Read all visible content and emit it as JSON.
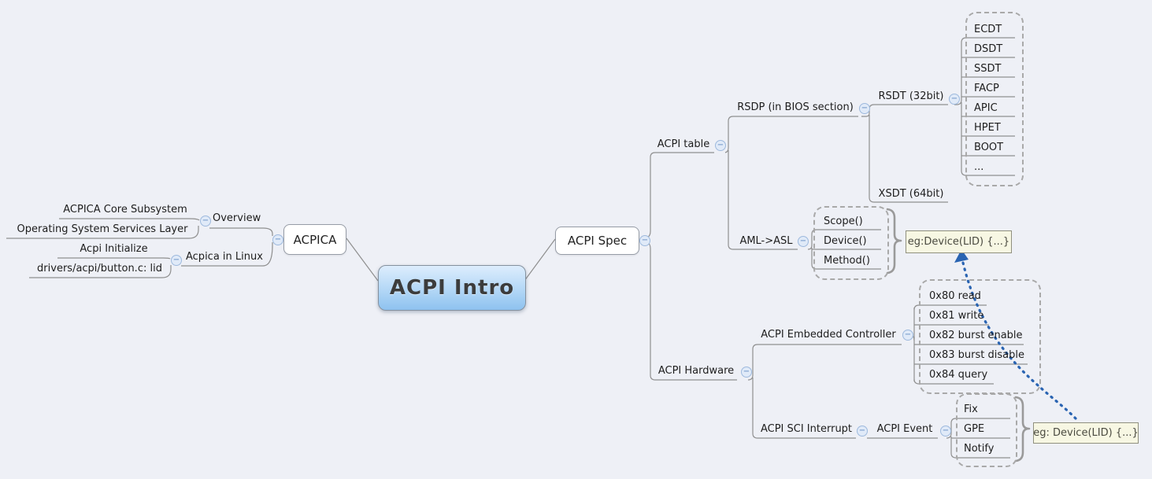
{
  "root": {
    "label": "ACPI Intro"
  },
  "left_branch": {
    "acpica": "ACPICA",
    "overview": {
      "label": "Overview",
      "children": [
        "ACPICA Core Subsystem",
        "Operating System Services Layer"
      ]
    },
    "acpica_in_linux": {
      "label": "Acpica in Linux",
      "children": [
        "Acpi Initialize",
        "drivers/acpi/button.c: lid"
      ]
    }
  },
  "right_branch": {
    "acpi_spec": "ACPI Spec",
    "acpi_table": {
      "label": "ACPI table",
      "rsdp": {
        "label": "RSDP (in BIOS section)",
        "rsdt": {
          "label": "RSDT (32bit)",
          "tables": [
            "ECDT",
            "DSDT",
            "SSDT",
            "FACP",
            "APIC",
            "HPET",
            "BOOT",
            "..."
          ]
        },
        "xsdt": {
          "label": "XSDT (64bit)"
        }
      },
      "aml_asl": {
        "label": "AML->ASL",
        "constructs": [
          "Scope()",
          "Device()",
          "Method()"
        ],
        "summary_callout": "eg:Device(LID) {...}"
      }
    },
    "acpi_hardware": {
      "label": "ACPI Hardware",
      "embedded_controller": {
        "label": "ACPI Embedded Controller",
        "commands": [
          "0x80 read",
          "0x81 write",
          "0x82 burst enable",
          "0x83 burst disable",
          "0x84 query"
        ]
      },
      "sci_interrupt": {
        "label": "ACPI SCI Interrupt",
        "event": {
          "label": "ACPI Event",
          "types": [
            "Fix",
            "GPE",
            "Notify"
          ],
          "summary_callout": "eg: Device(LID) {...}"
        }
      }
    }
  },
  "icons": {
    "collapse_glyph": "−"
  },
  "colors": {
    "background": "#eef0f6",
    "root_fill_top": "#ddedfd",
    "root_fill_bottom": "#8ec2ef",
    "connector": "#8f8f8f",
    "boundary_dash": "#a9a9a9",
    "callout_bg": "#f7f7e3",
    "callout_border": "#90907e",
    "relationship_blue": "#2a64b2"
  }
}
